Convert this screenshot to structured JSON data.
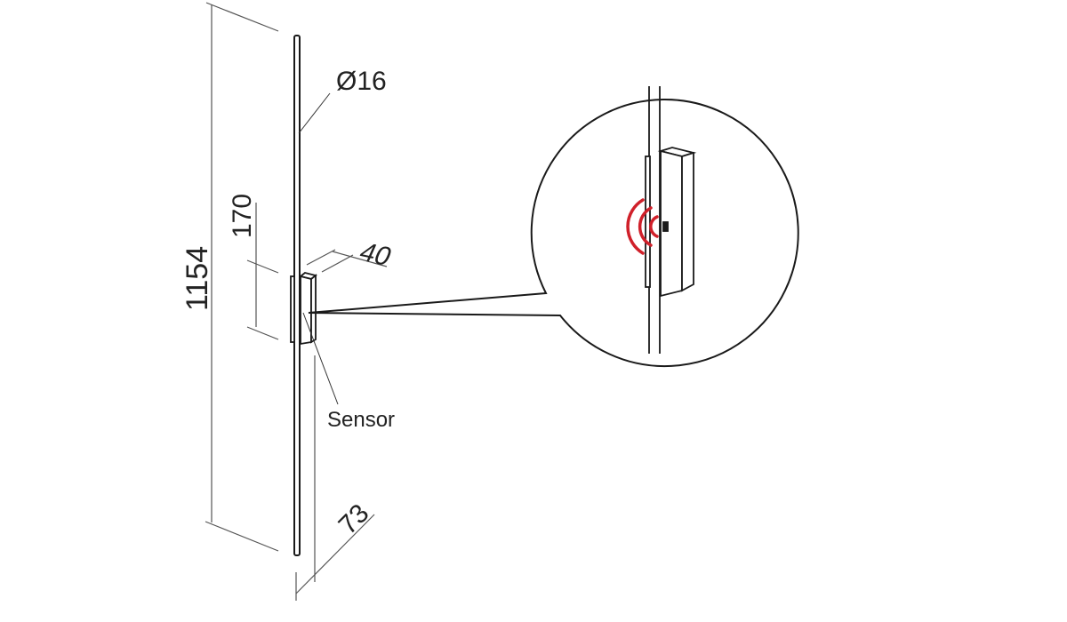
{
  "labels": {
    "diameter": "Ø16",
    "total_height": "1154",
    "sensor_height": "170",
    "sensor_depth": "40",
    "total_depth": "73",
    "sensor": "Sensor"
  },
  "colors": {
    "line": "#1a1a1a",
    "dimension": "#555555",
    "signal": "#d0202a"
  }
}
